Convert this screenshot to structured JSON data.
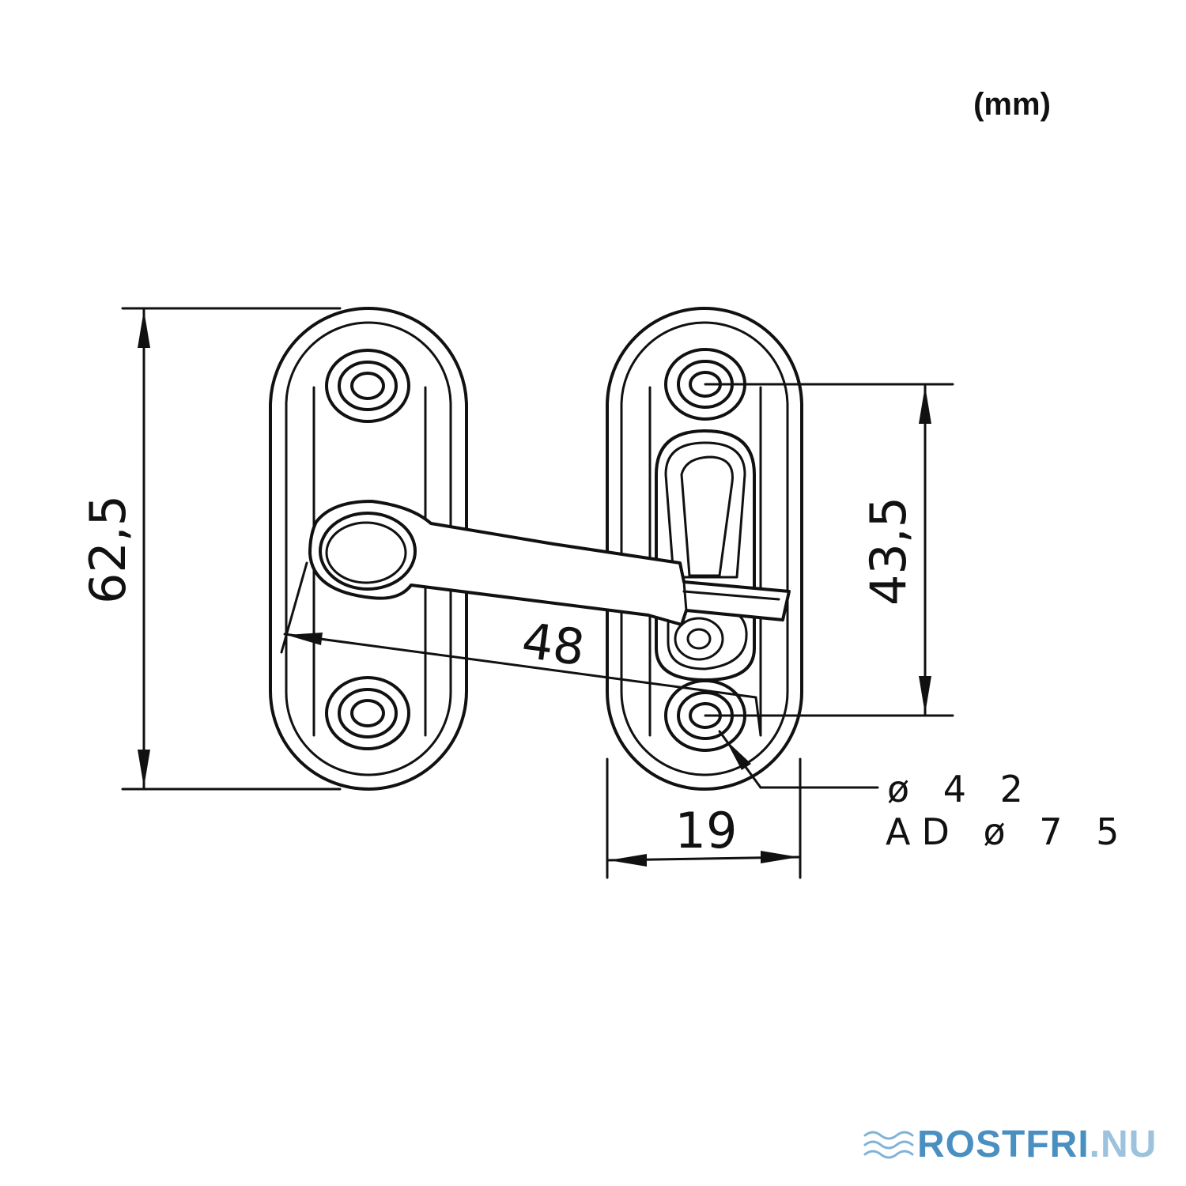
{
  "units": "(mm)",
  "dimensions": {
    "height": "62,5",
    "hole_spacing": "43,5",
    "arm_length": "48",
    "width": "19"
  },
  "hole_note": {
    "line1": "ø 4 2",
    "line2": "AD ø 7 5"
  },
  "logo": {
    "main": "ROSTFRI",
    "tld": ".NU",
    "colors": {
      "main": "#4a8fc1",
      "tld": "#9cc2de"
    }
  }
}
